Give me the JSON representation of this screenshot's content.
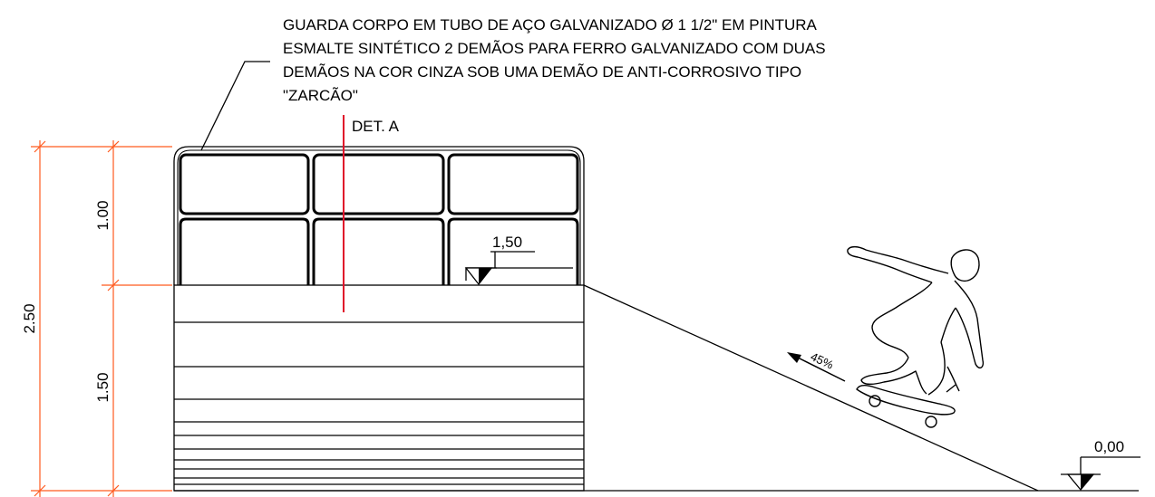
{
  "note": {
    "lines": [
      "GUARDA CORPO EM TUBO DE AÇO GALVANIZADO Ø 1 1/2\" EM PINTURA",
      "ESMALTE SINTÉTICO 2 DEMÃOS PARA FERRO GALVANIZADO COM DUAS",
      "DEMÃOS NA COR CINZA SOB UMA DEMÃO DE ANTI-CORROSIVO TIPO",
      "\"ZARCÃO\""
    ]
  },
  "section_label": "DET. A",
  "dimensions": {
    "total": "2.50",
    "upper": "1.00",
    "lower": "1.50"
  },
  "levels": {
    "platform": "1,50",
    "ground": "0,00"
  },
  "slope_label": "45%",
  "colors": {
    "dimension": "#ff5a1f",
    "section_line": "#e0102a",
    "linework": "#000000"
  }
}
